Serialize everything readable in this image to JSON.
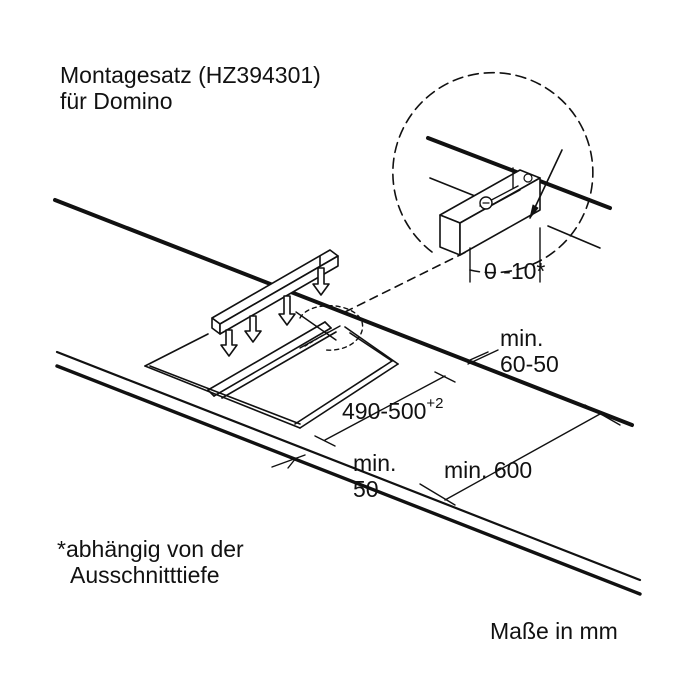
{
  "title": {
    "line1": "Montagesatz (HZ394301)",
    "line2": "für Domino"
  },
  "dimensions": {
    "depth_adjust": "0 -10*",
    "rear_min_label": "min.",
    "rear_min_value": "60-50",
    "cutout_main": "490-500",
    "cutout_sup": "+2",
    "front_min_label": "min.",
    "front_min_value": "50",
    "worktop_depth": "min. 600"
  },
  "footnote": {
    "line1": "*abhängig von der",
    "line2": "Ausschnitttiefe"
  },
  "units_note": "Maße in mm"
}
